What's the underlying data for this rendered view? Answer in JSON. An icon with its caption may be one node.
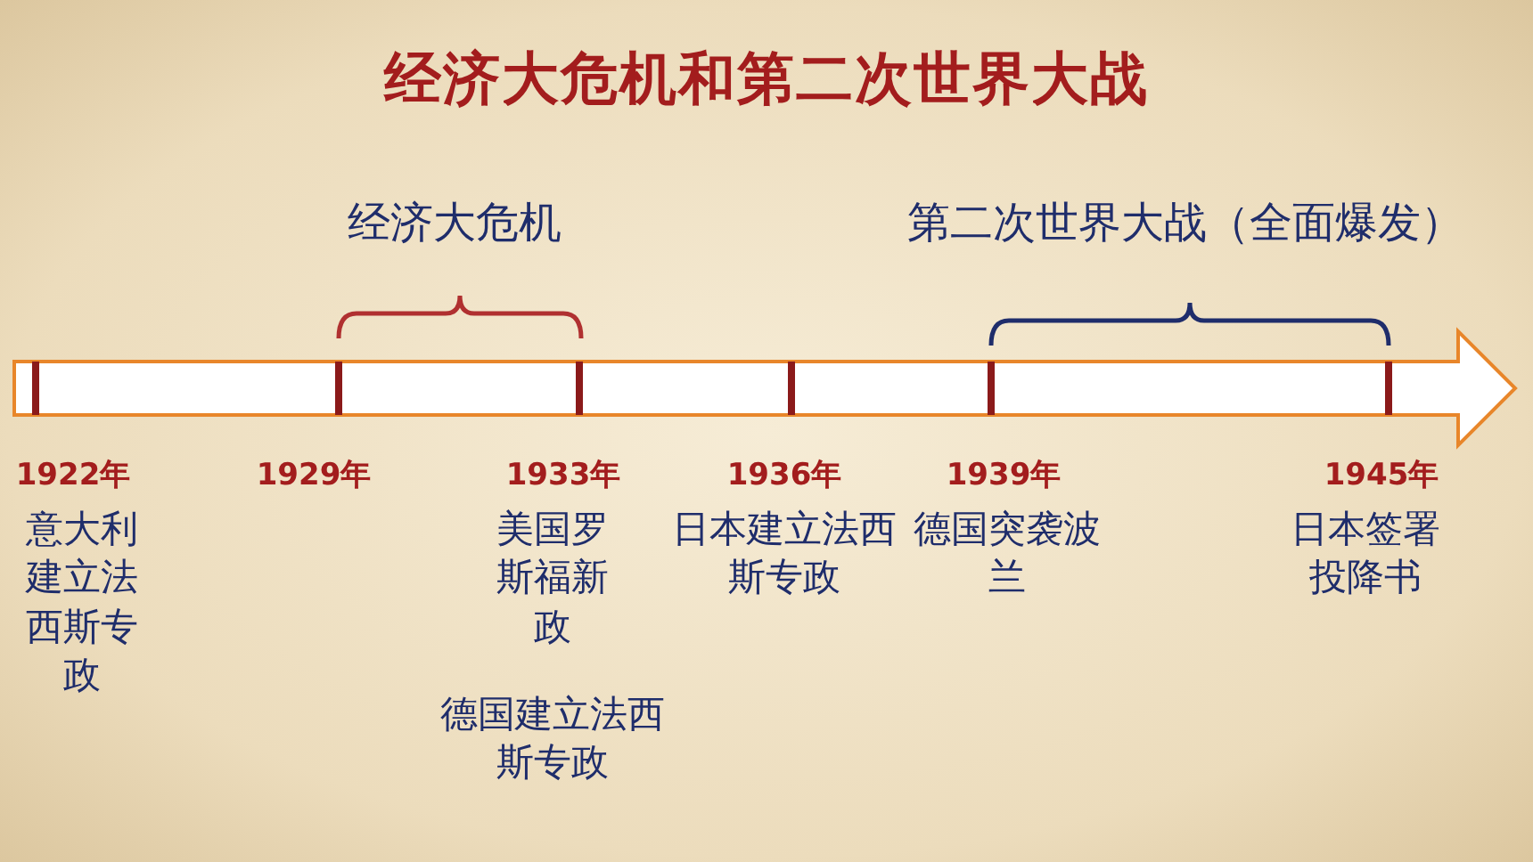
{
  "diagram": {
    "title": "经济大危机和第二次世界大战",
    "labels": [
      "经济大危机",
      "第二次世界大战（全面爆发）",
      "1922年",
      "意大利建立法西斯专政",
      "1929年",
      "1933年",
      "美国罗斯福新政",
      "德国建立法西斯专政",
      "1936年",
      "日本建立法西斯专政",
      "1939年",
      "德国突袭波兰",
      "1945年",
      "日本签署投降书"
    ]
  }
}
